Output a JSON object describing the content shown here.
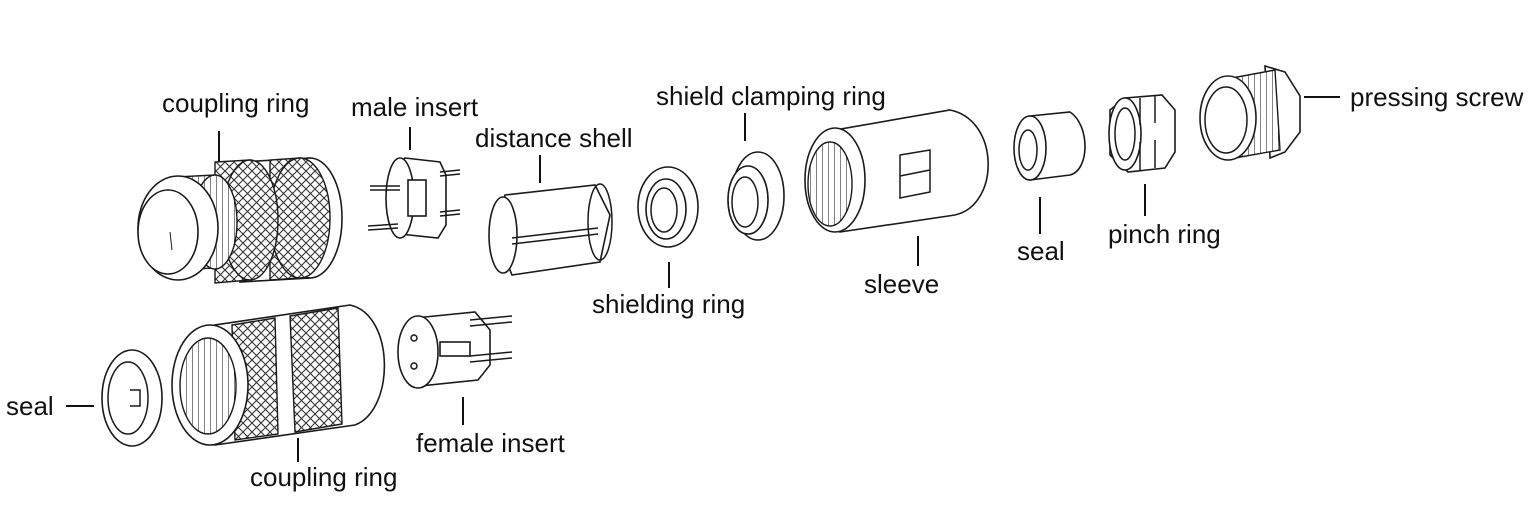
{
  "labels": {
    "coupling_ring_top": "coupling ring",
    "male_insert": "male insert",
    "distance_shell": "distance shell",
    "shield_clamping_ring": "shield clamping ring",
    "pressing_screw": "pressing screw",
    "shielding_ring": "shielding ring",
    "sleeve": "sleeve",
    "seal_top": "seal",
    "pinch_ring": "pinch ring",
    "seal_bottom": "seal",
    "female_insert": "female insert",
    "coupling_ring_bottom": "coupling ring"
  }
}
